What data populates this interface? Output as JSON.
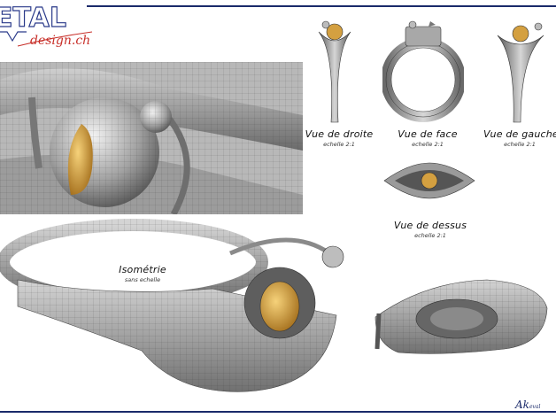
{
  "logo": {
    "word_top": "ETAL",
    "word_bottom": "design.ch"
  },
  "views": {
    "right": {
      "title": "Vue de droite",
      "scale": "echelle 2:1"
    },
    "front": {
      "title": "Vue de face",
      "scale": "echelle 2:1"
    },
    "left": {
      "title": "Vue de gauche",
      "scale": "echelle 2:1"
    },
    "top": {
      "title": "Vue de dessus",
      "scale": "echelle 2:1"
    },
    "iso": {
      "title": "Isométrie",
      "scale": "sans echelle"
    }
  },
  "signature": {
    "mark": "Ak",
    "suffix": "eval"
  },
  "colors": {
    "frame": "#1a2a6a",
    "metal": "#9a9a9a",
    "metal_dark": "#4a4a4a",
    "gold": "#d4a040",
    "logo_red": "#c8302a"
  }
}
